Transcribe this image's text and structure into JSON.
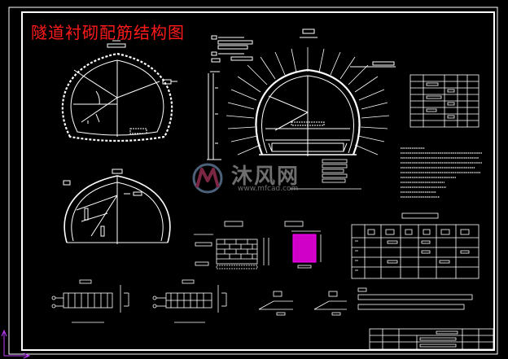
{
  "drawing": {
    "title": "隧道衬砌配筋结构图",
    "line_color": "#ffffff",
    "title_color": "#ff1a1a",
    "background": "#000000"
  },
  "watermark": {
    "brand_text": "沐风网",
    "url": "www.mfcad.com",
    "logo_colors": [
      "#e0457b",
      "#8ab3e0",
      "#7fc5e8"
    ]
  }
}
